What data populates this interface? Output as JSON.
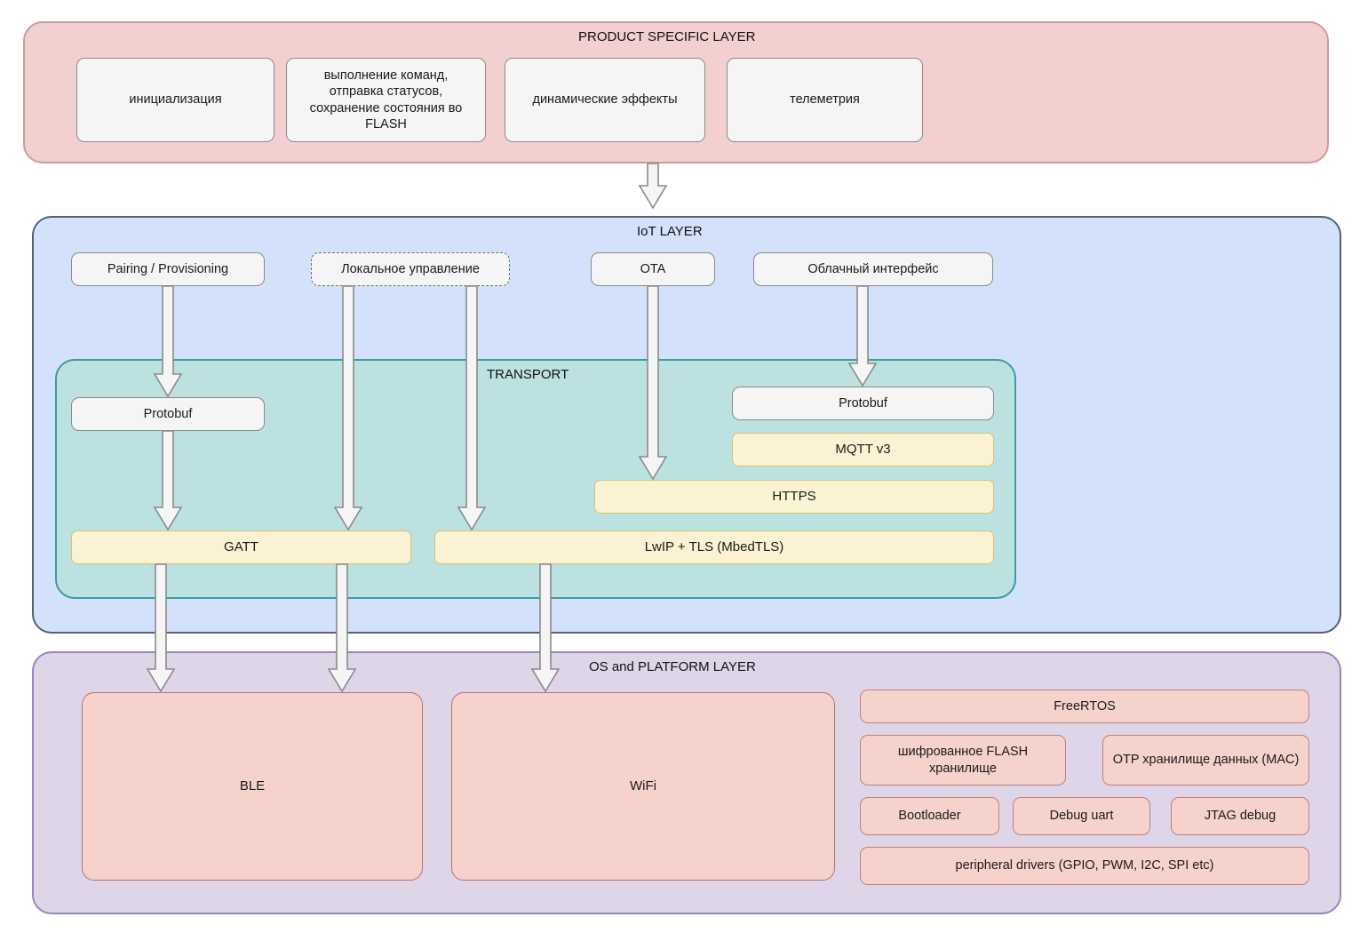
{
  "diagram": {
    "title_hidden": "IoT device firmware architecture layers",
    "colors": {
      "product_layer_fill": "#f2d0d0",
      "product_layer_border": "#cf9a9a",
      "iot_layer_fill": "#d4e1fa",
      "iot_layer_border": "#53607a",
      "transport_fill": "#bbe1e1",
      "transport_border": "#3c9d9d",
      "os_layer_fill": "#ded5e8",
      "os_layer_border": "#9b85b7",
      "grey_box_fill": "#f5f5f5",
      "grey_box_border": "#8a8a8a",
      "yellow_box_fill": "#faf2d2",
      "yellow_box_border": "#d6c374",
      "pink_box_fill": "#f6d2cc",
      "pink_box_border": "#c0807a",
      "arrow_fill": "#f5f5f5",
      "arrow_stroke": "#8a8a8a"
    }
  },
  "product_layer": {
    "title": "PRODUCT SPECIFIC LAYER",
    "boxes": [
      {
        "label": "инициализация"
      },
      {
        "label": "выполнение команд, отправка статусов, сохранение состояния во FLASH"
      },
      {
        "label": "динамические эффекты"
      },
      {
        "label": "телеметрия"
      }
    ]
  },
  "iot_layer": {
    "title": "IoT LAYER",
    "entry_points": [
      {
        "label": "Pairing / Provisioning",
        "style": "solid"
      },
      {
        "label": "Локальное управление",
        "style": "dashed"
      },
      {
        "label": "OTA",
        "style": "solid"
      },
      {
        "label": "Облачный интерфейс",
        "style": "solid"
      }
    ]
  },
  "transport": {
    "title": "TRANSPORT",
    "ble_stack": [
      {
        "label": "Protobuf",
        "style": "grey"
      },
      {
        "label": "GATT",
        "style": "yellow"
      }
    ],
    "wifi_stack": [
      {
        "label": "Protobuf",
        "style": "grey"
      },
      {
        "label": "MQTT v3",
        "style": "yellow"
      },
      {
        "label": "HTTPS",
        "style": "yellow"
      },
      {
        "label": "LwIP + TLS (MbedTLS)",
        "style": "yellow"
      }
    ]
  },
  "os_layer": {
    "title": "OS and PLATFORM LAYER",
    "radios": [
      {
        "label": "BLE"
      },
      {
        "label": "WiFi"
      }
    ],
    "platform_blocks": [
      {
        "label": "FreeRTOS"
      },
      {
        "label": "шифрованное FLASH хранилище"
      },
      {
        "label": "OTP хранилище данных (MAC)"
      },
      {
        "label": "Bootloader"
      },
      {
        "label": "Debug uart"
      },
      {
        "label": "JTAG debug"
      },
      {
        "label": "peripheral drivers (GPIO, PWM, I2C, SPI etc)"
      }
    ]
  }
}
